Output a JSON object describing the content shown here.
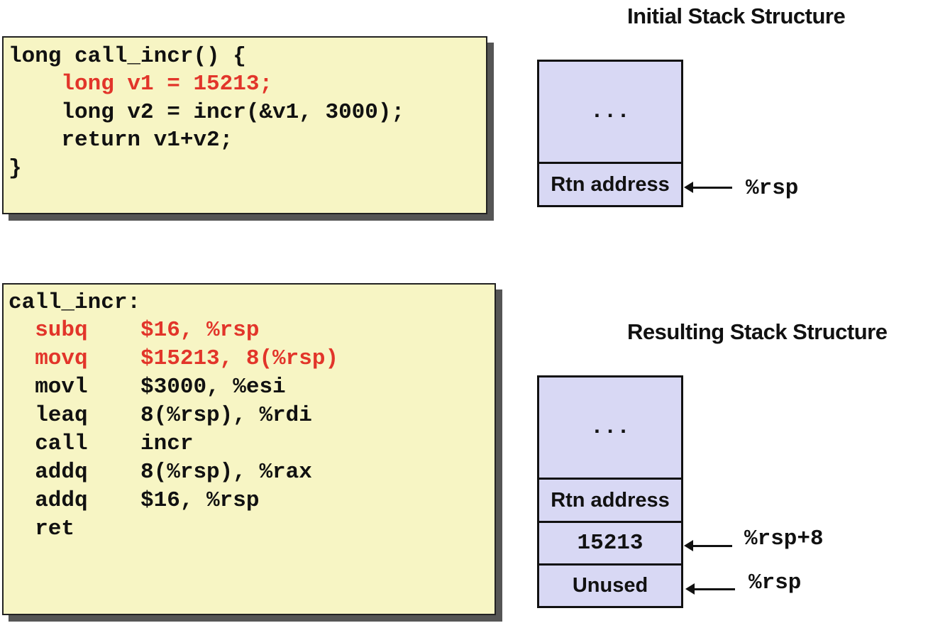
{
  "c_code": {
    "lines": [
      {
        "text": "long call_incr() {",
        "highlight": false
      },
      {
        "text": "    long v1 = 15213;",
        "highlight": true
      },
      {
        "text": "    long v2 = incr(&v1, 3000);",
        "highlight": false
      },
      {
        "text": "    return v1+v2;",
        "highlight": false
      },
      {
        "text": "}",
        "highlight": false
      }
    ]
  },
  "asm_code": {
    "lines": [
      {
        "text": "call_incr:",
        "highlight": false
      },
      {
        "text": "  subq    $16, %rsp",
        "highlight": true
      },
      {
        "text": "  movq    $15213, 8(%rsp)",
        "highlight": true
      },
      {
        "text": "  movl    $3000, %esi",
        "highlight": false
      },
      {
        "text": "  leaq    8(%rsp), %rdi",
        "highlight": false
      },
      {
        "text": "  call    incr",
        "highlight": false
      },
      {
        "text": "  addq    8(%rsp), %rax",
        "highlight": false
      },
      {
        "text": "  addq    $16, %rsp",
        "highlight": false
      },
      {
        "text": "  ret",
        "highlight": false
      }
    ]
  },
  "initial_stack": {
    "title": "Initial Stack Structure",
    "cells": [
      "...",
      "Rtn address"
    ],
    "pointers": [
      {
        "label": "%rsp",
        "cell": 1
      }
    ]
  },
  "resulting_stack": {
    "title": "Resulting Stack Structure",
    "cells": [
      "...",
      "Rtn address",
      "15213",
      "Unused"
    ],
    "pointers": [
      {
        "label": "%rsp+8",
        "cell": 2
      },
      {
        "label": "%rsp",
        "cell": 3
      }
    ]
  },
  "colors": {
    "code_background": "#f7f5c4",
    "highlight_text": "#e2352a",
    "stack_cell": "#d8d8f4"
  }
}
